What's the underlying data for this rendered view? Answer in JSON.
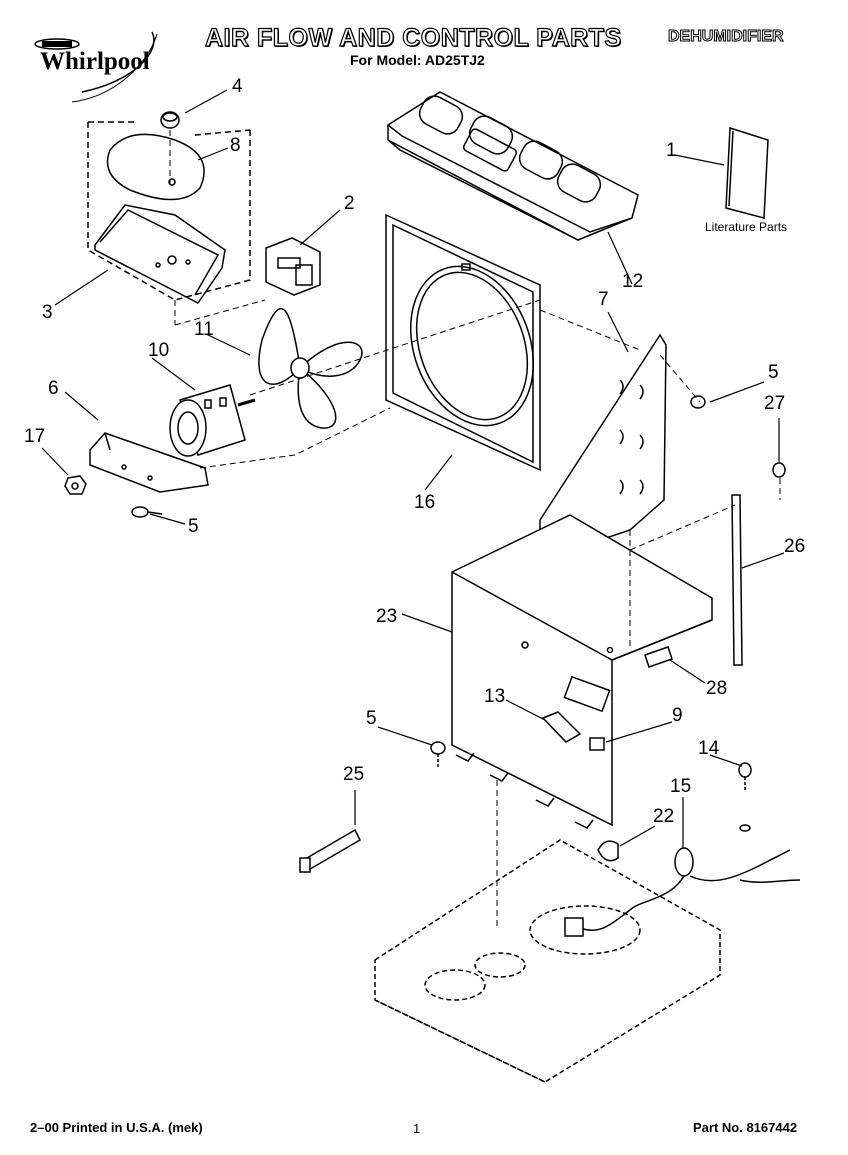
{
  "header": {
    "brand": "Whirlpool",
    "title": "AIR FLOW AND CONTROL PARTS",
    "subtitle": "For Model: AD25TJ2",
    "category": "DEHUMIDIFIER"
  },
  "literature_label": "Literature Parts",
  "callouts": {
    "c1": "1",
    "c2": "2",
    "c3": "3",
    "c4": "4",
    "c5a": "5",
    "c5b": "5",
    "c5c": "5",
    "c6": "6",
    "c7": "7",
    "c8": "8",
    "c9": "9",
    "c10": "10",
    "c11": "11",
    "c12": "12",
    "c13": "13",
    "c14": "14",
    "c15": "15",
    "c16": "16",
    "c17": "17",
    "c22": "22",
    "c23": "23",
    "c25": "25",
    "c26": "26",
    "c27": "27",
    "c28": "28"
  },
  "footer": {
    "left": "2–00 Printed in U.S.A. (mek)",
    "page": "1",
    "right": "Part No. 8167442"
  }
}
